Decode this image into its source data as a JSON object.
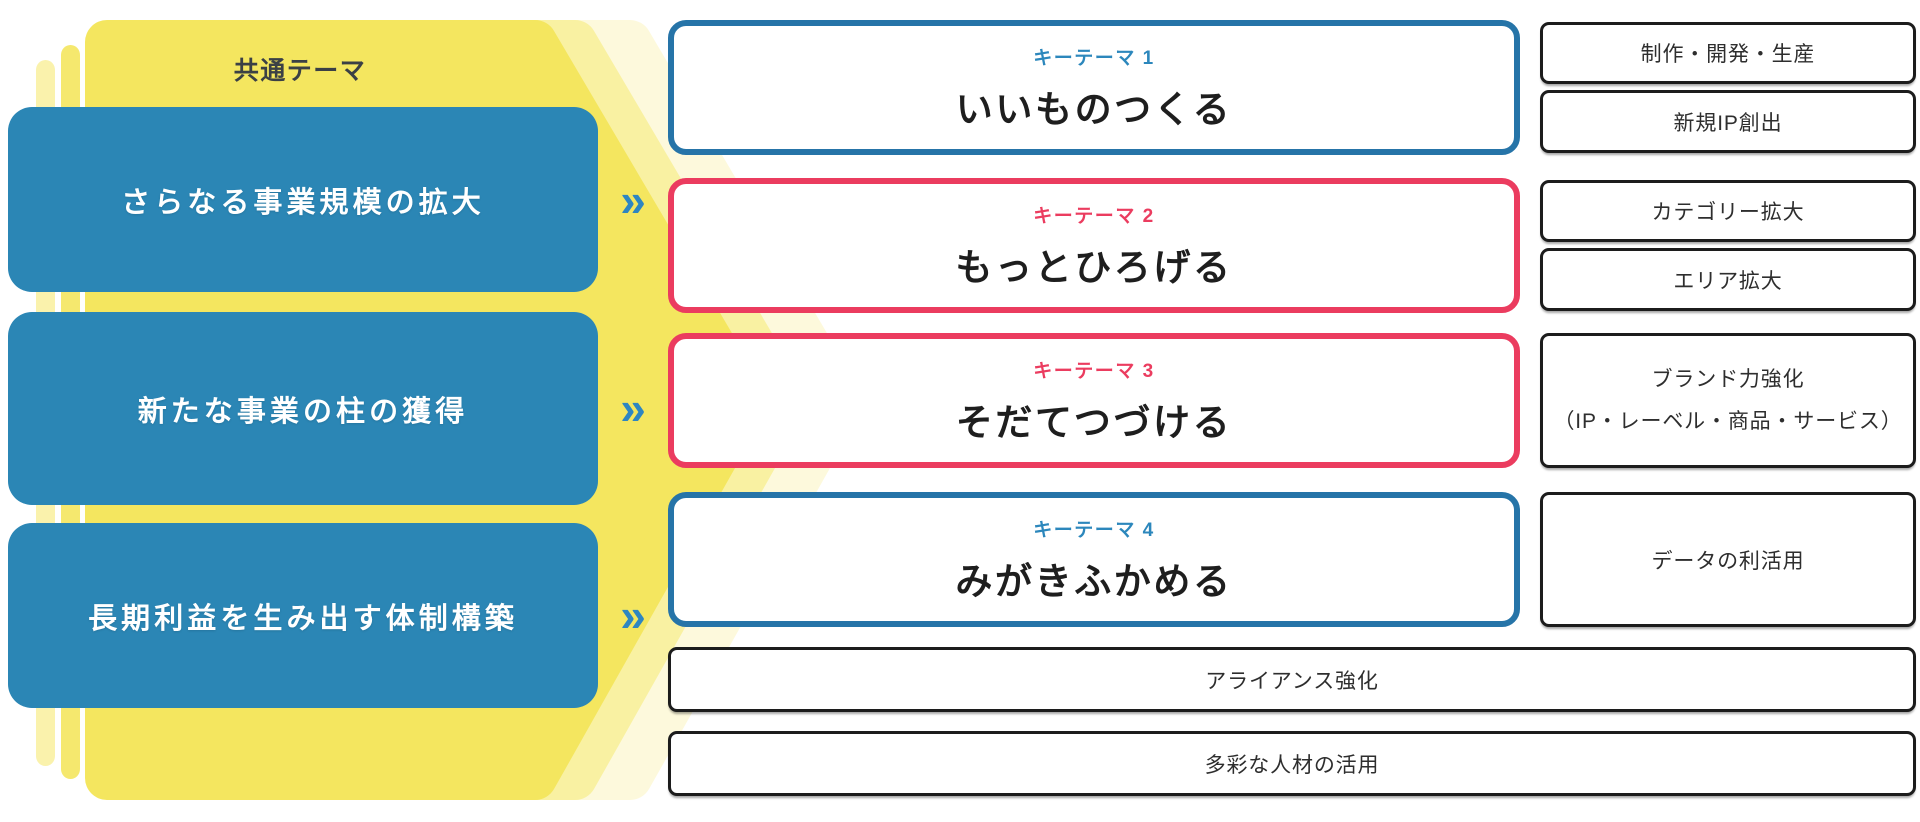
{
  "palette": {
    "yellow_bright": "#F4E65F",
    "yellow_pale": "#F9F1A2",
    "yellow_cream": "#FDF9DC",
    "pill_outer": "#FAF2AC",
    "pill_inner": "#F5E86E",
    "blue_box": "#2B86B5",
    "key_theme_blue_border": "#2674A8",
    "key_theme_blue_label": "#2C87BC",
    "key_theme_red": "#EB3C5F",
    "chevron_blue": "#2E86C1",
    "outcome_border": "#1C1C1C"
  },
  "chevron_glyph": "»",
  "left_panel": {
    "header": "共通テーマ",
    "boxes": [
      "さらなる事業規模の拡大",
      "新たな事業の柱の獲得",
      "長期利益を生み出す体制構築"
    ]
  },
  "key_themes": [
    {
      "label": "キーテーマ 1",
      "title": "いいものつくる",
      "accent": "#2674A8"
    },
    {
      "label": "キーテーマ 2",
      "title": "もっとひろげる",
      "accent": "#EB3C5F"
    },
    {
      "label": "キーテーマ 3",
      "title": "そだてつづける",
      "accent": "#EB3C5F"
    },
    {
      "label": "キーテーマ 4",
      "title": "みがきふかめる",
      "accent": "#2674A8"
    }
  ],
  "outcomes": [
    {
      "text": "制作・開発・生産"
    },
    {
      "text": "新規IP創出"
    },
    {
      "text": "カテゴリー拡大"
    },
    {
      "text": "エリア拡大"
    },
    {
      "line1": "ブランド力強化",
      "line2": "（IP・レーベル・商品・サービス）"
    },
    {
      "text": "データの利活用"
    }
  ],
  "bottom_bars": [
    "アライアンス強化",
    "多彩な人材の活用"
  ]
}
